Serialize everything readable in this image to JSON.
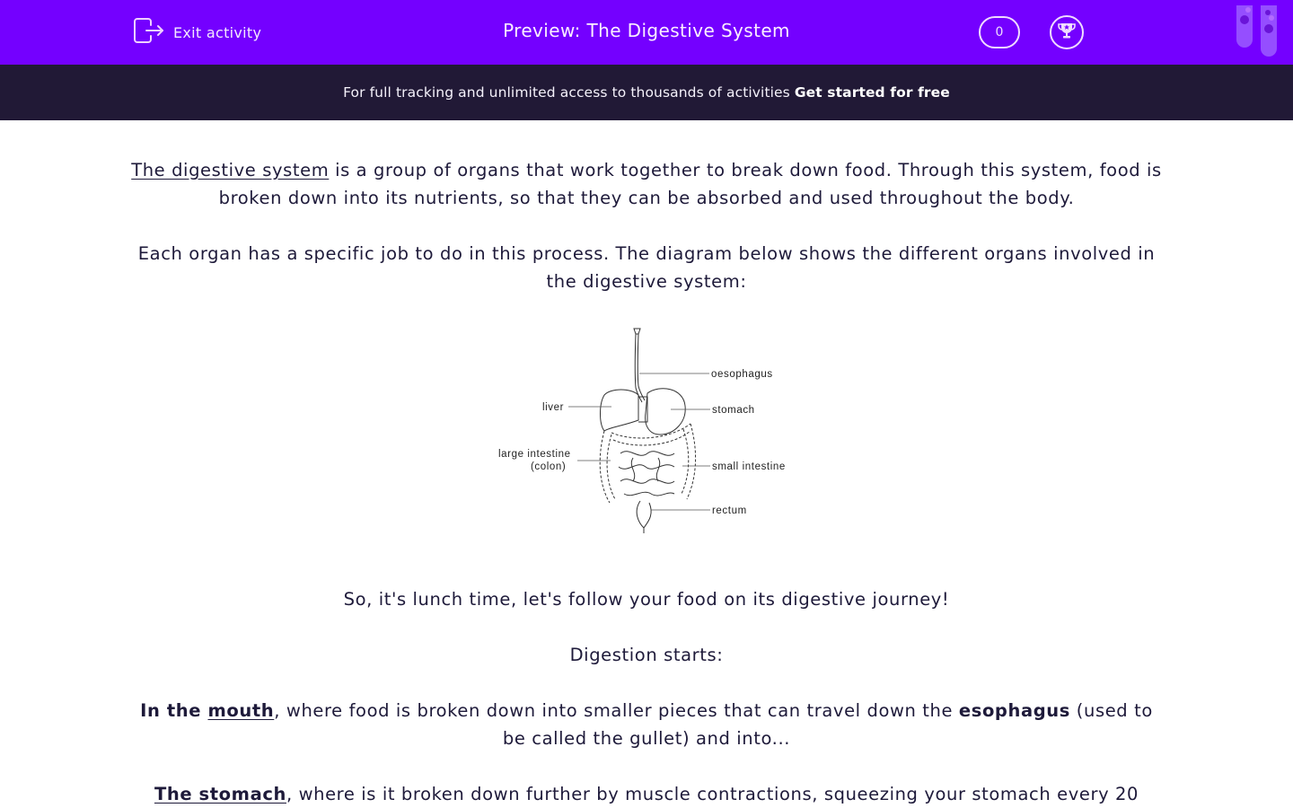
{
  "header": {
    "exit_label": "Exit activity",
    "title": "Preview: The Digestive System",
    "score": "0",
    "icons": {
      "exit": "exit-door-arrow-icon",
      "trophy": "trophy-icon",
      "decoration": "test-tubes-icon"
    },
    "colors": {
      "background": "#7400ff",
      "text": "#f3e8ff"
    }
  },
  "banner": {
    "text": "For full tracking and unlimited access to thousands of activities",
    "cta": "Get started for free",
    "colors": {
      "background": "#211936",
      "text": "#f4f1fa"
    }
  },
  "content": {
    "p1": {
      "term": "The digestive system",
      "rest": " is a group of organs that work together to break down food. Through this system, food is broken down into its nutrients, so that they can be absorbed and used throughout the body."
    },
    "p2": "Each organ has a specific job to do in this process. The diagram below shows the different organs involved in the digestive system:",
    "diagram": {
      "labels": {
        "oesophagus": "oesophagus",
        "liver": "liver",
        "stomach": "stomach",
        "large_intestine_1": "large intestine",
        "large_intestine_2": "(colon)",
        "small_intestine": "small intestine",
        "rectum": "rectum"
      }
    },
    "p3": "So, it's lunch time, let's follow your food on its digestive journey!",
    "p4": "Digestion starts:",
    "p5": {
      "lead": "In the ",
      "term": "mouth",
      "mid": ", where food is broken down into smaller pieces that can travel down the ",
      "bold": "esophagus",
      "tail": " (used to be called the gullet) and into..."
    },
    "p6": {
      "term": "The stomach",
      "rest": ", where is it broken down further by muscle contractions, squeezing your stomach every 20"
    },
    "colors": {
      "text": "#1e1a3a",
      "background": "#ffffff"
    }
  }
}
